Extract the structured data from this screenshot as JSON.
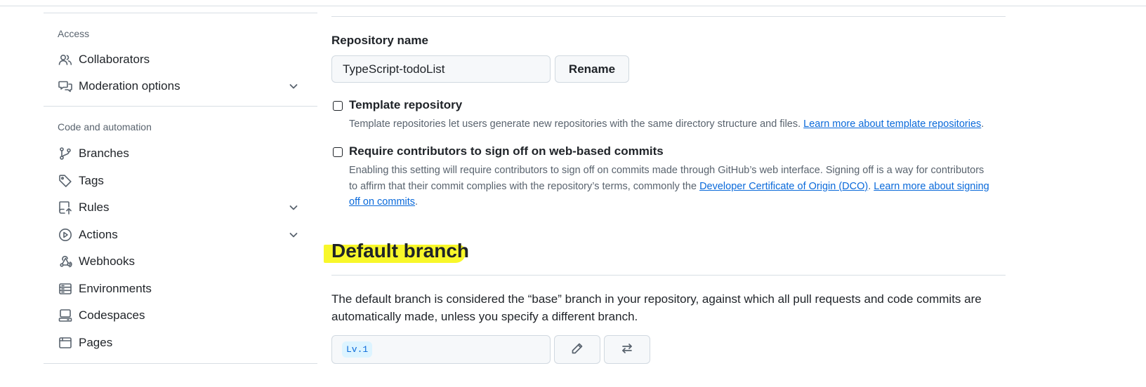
{
  "sidebar": {
    "groups": [
      {
        "title": "Access",
        "items": [
          {
            "label": "Collaborators",
            "icon": "people-icon",
            "has_chevron": false
          },
          {
            "label": "Moderation options",
            "icon": "comment-discussion-icon",
            "has_chevron": true
          }
        ]
      },
      {
        "title": "Code and automation",
        "items": [
          {
            "label": "Branches",
            "icon": "git-branch-icon",
            "has_chevron": false
          },
          {
            "label": "Tags",
            "icon": "tag-icon",
            "has_chevron": false
          },
          {
            "label": "Rules",
            "icon": "repo-push-icon",
            "has_chevron": true
          },
          {
            "label": "Actions",
            "icon": "play-icon",
            "has_chevron": true
          },
          {
            "label": "Webhooks",
            "icon": "webhook-icon",
            "has_chevron": false
          },
          {
            "label": "Environments",
            "icon": "server-icon",
            "has_chevron": false
          },
          {
            "label": "Codespaces",
            "icon": "codespaces-icon",
            "has_chevron": false
          },
          {
            "label": "Pages",
            "icon": "browser-icon",
            "has_chevron": false
          }
        ]
      }
    ]
  },
  "repo_name": {
    "label": "Repository name",
    "value": "TypeScript-todoList",
    "rename_label": "Rename"
  },
  "template_repo": {
    "title": "Template repository",
    "description": "Template repositories let users generate new repositories with the same directory structure and files. ",
    "link": "Learn more about template repositories",
    "suffix": "."
  },
  "signoff": {
    "title": "Require contributors to sign off on web-based commits",
    "description": "Enabling this setting will require contributors to sign off on commits made through GitHub’s web interface. Signing off is a way for contributors to affirm that their commit complies with the repository’s terms, commonly the ",
    "link1": "Developer Certificate of Origin (DCO)",
    "between": ". ",
    "link2": "Learn more about signing off on commits",
    "suffix": "."
  },
  "default_branch": {
    "heading": "Default branch",
    "description": "The default branch is considered the “base” branch in your repository, against which all pull requests and code commits are automatically made, unless you specify a different branch.",
    "branch_name": "Lv.1",
    "edit_icon": "pencil-icon",
    "switch_icon": "arrow-switch-icon"
  },
  "colors": {
    "link": "#0969da",
    "highlight": "#f8f72a",
    "branch_tag_bg": "#ddf4ff"
  }
}
